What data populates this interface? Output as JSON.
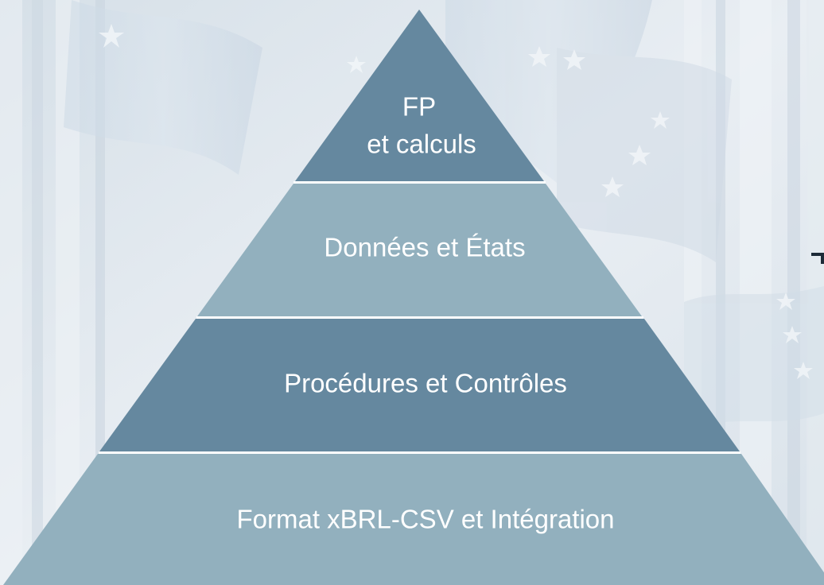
{
  "pyramid": {
    "layers": [
      {
        "lines": [
          "FP",
          "et calculs"
        ],
        "color": "#65889f"
      },
      {
        "lines": [
          "Données et États"
        ],
        "color": "#92b0be"
      },
      {
        "lines": [
          "Procédures et Contrôles"
        ],
        "color": "#65889f"
      },
      {
        "lines": [
          "Format xBRL-CSV et Intégration"
        ],
        "color": "#92b0be"
      }
    ]
  },
  "background": {
    "base_color": "#dde5ec",
    "depiction": "faded building facade with European Union flags",
    "flag_star_icon": "star-icon"
  }
}
